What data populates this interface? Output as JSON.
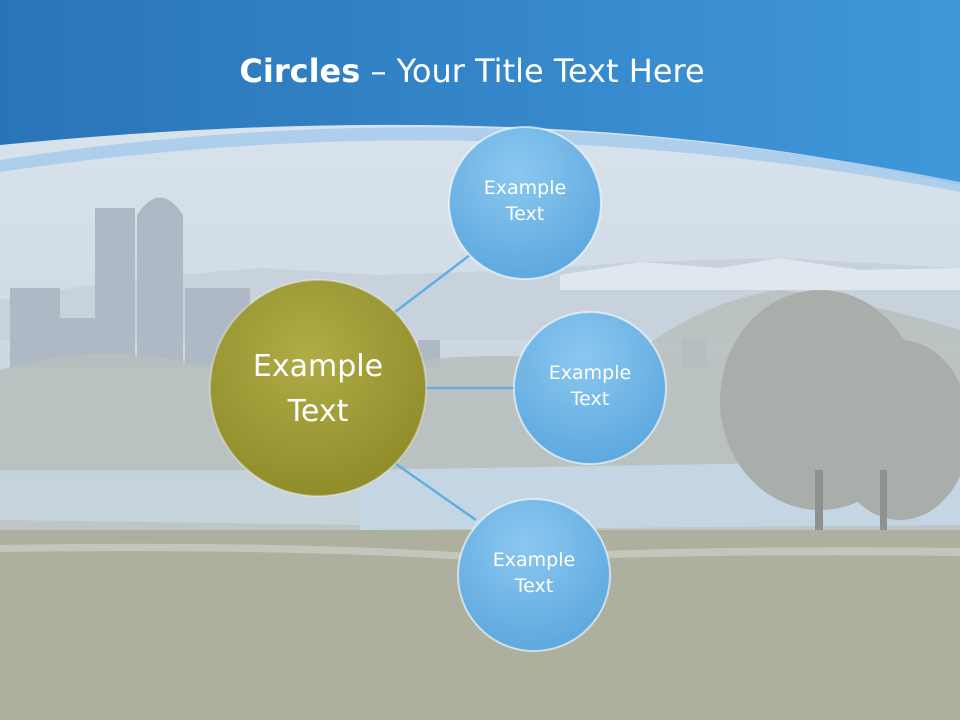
{
  "title": {
    "bold": "Circles",
    "dash": " – ",
    "rest": "Your Title Text Here"
  },
  "hub": {
    "line1": "Example",
    "line2": "Text"
  },
  "nodes": [
    {
      "line1": "Example",
      "line2": "Text"
    },
    {
      "line1": "Example",
      "line2": "Text"
    },
    {
      "line1": "Example",
      "line2": "Text"
    }
  ],
  "colors": {
    "header_blue": "#2f7fc4",
    "hub_olive": "#9e9a35",
    "node_blue": "#6bb3e6"
  }
}
